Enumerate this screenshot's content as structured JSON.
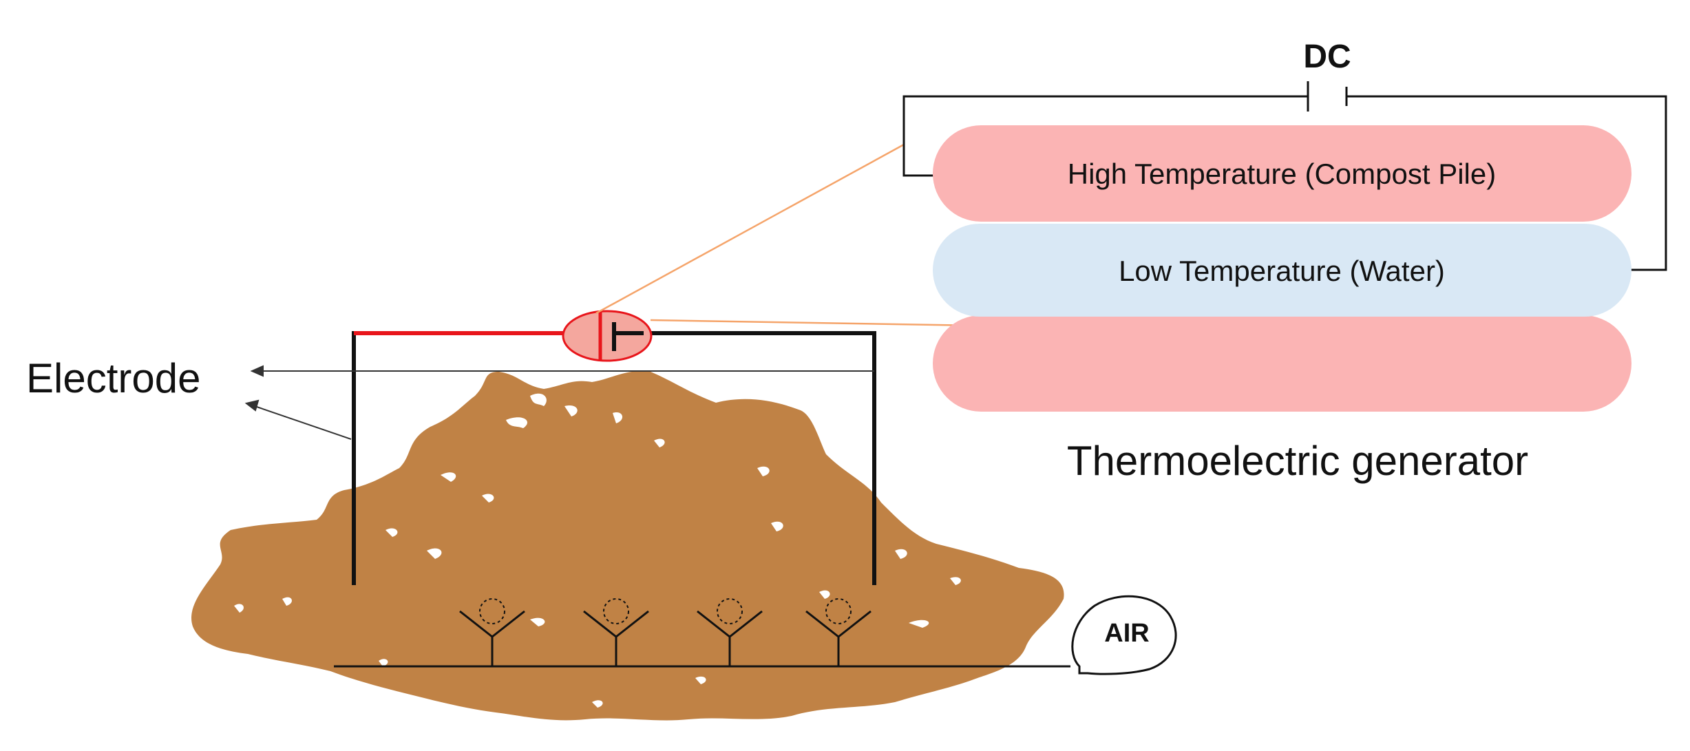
{
  "diagram": {
    "dc_label": "DC",
    "teg": {
      "hot_label": "High Temperature (Compost Pile)",
      "cold_label": "Low Temperature (Water)",
      "caption": "Thermoelectric generator"
    },
    "electrode_label": "Electrode",
    "air_label": "AIR"
  },
  "colors": {
    "hot": "#fbb4b4",
    "cold": "#d9e8f5",
    "compost": "#c08245",
    "wire_positive": "#e8151b",
    "wire": "#111111",
    "leader": "#f5a46a"
  },
  "icons": [
    "battery-icon",
    "compost-pile",
    "air-pump-icon",
    "air-diffuser-icon"
  ]
}
